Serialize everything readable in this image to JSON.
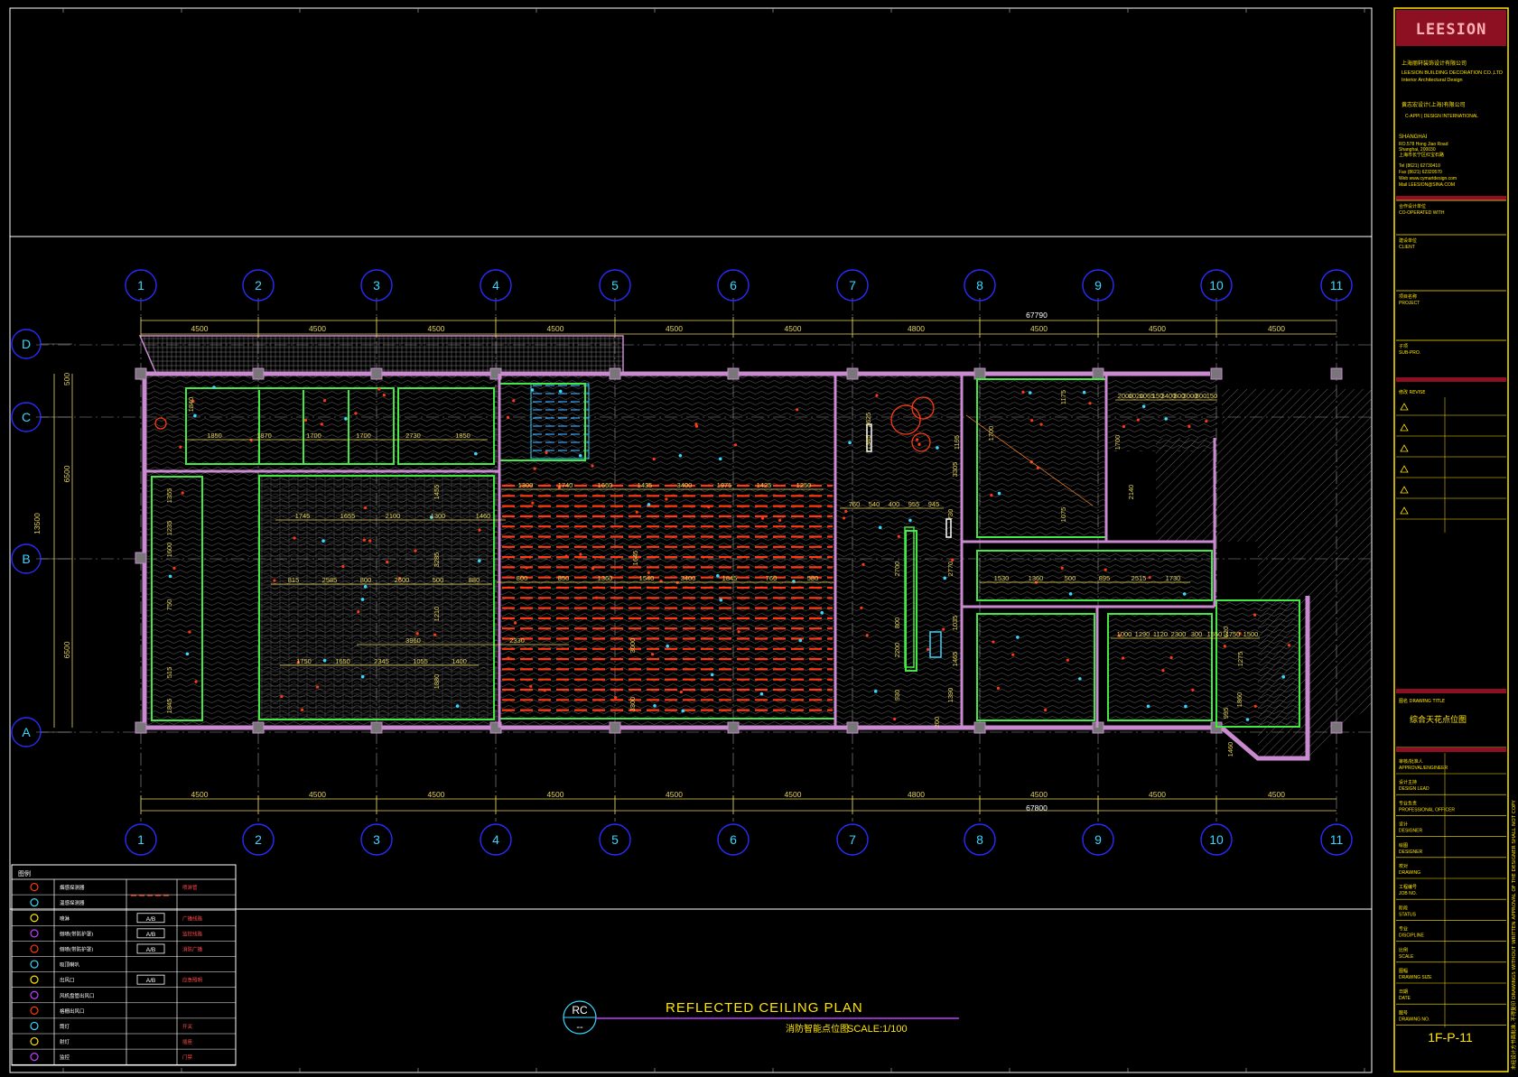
{
  "drawing": {
    "title": "REFLECTED CEILING PLAN",
    "subtitle_cn": "消防智能点位图",
    "scale": "SCALE:1/100",
    "tag_top": "RC",
    "tag_bottom": "--"
  },
  "grid": {
    "columns": [
      "1",
      "2",
      "3",
      "4",
      "5",
      "6",
      "7",
      "8",
      "9",
      "10",
      "11"
    ],
    "rows": [
      "D",
      "C",
      "B",
      "A"
    ],
    "top_total": "67790",
    "bottom_total": "67800",
    "top_spans": [
      "4500",
      "4500",
      "4500",
      "4500",
      "4500",
      "4500",
      "4800",
      "4500",
      "4500",
      "4500"
    ],
    "bottom_spans": [
      "4500",
      "4500",
      "4500",
      "4500",
      "4500",
      "4500",
      "4800",
      "4500",
      "4500",
      "4500"
    ],
    "left_dims": [
      "500",
      "6500",
      "13500",
      "6500"
    ]
  },
  "dimensions": {
    "row_a": [
      "1850",
      "1870",
      "1700",
      "1700",
      "2730",
      "1850"
    ],
    "row_b": [
      "1745",
      "1655",
      "2100",
      "1300",
      "1460"
    ],
    "row_c": [
      "815",
      "2585",
      "800",
      "2600",
      "500",
      "880"
    ],
    "row_d": [
      "3960",
      "2330"
    ],
    "row_e": [
      "1750",
      "1650",
      "2345",
      "1055",
      "1400"
    ],
    "mid_a": [
      "1300",
      "1740",
      "1660",
      "1435",
      "3400",
      "1975",
      "1425",
      "1250"
    ],
    "mid_b": [
      "800",
      "850",
      "1360",
      "1540",
      "3400",
      "1845",
      "760",
      "580"
    ],
    "right_a": [
      "760",
      "540",
      "400",
      "955",
      "945"
    ],
    "right_b": [
      "1530",
      "1360",
      "500",
      "895",
      "2515",
      "1730"
    ],
    "right_c": [
      "2000",
      "1020",
      "1065",
      "150",
      "3400",
      "800",
      "3000",
      "800",
      "150"
    ],
    "right_d": [
      "1000",
      "1290",
      "1120",
      "2300",
      "300",
      "1550",
      "1750",
      "1500"
    ],
    "vertical": [
      "1840",
      "1355",
      "1235",
      "1600",
      "750",
      "515",
      "1845",
      "1455",
      "3285",
      "1210",
      "1880",
      "1645",
      "3000",
      "3300",
      "2625",
      "1345",
      "1195",
      "3305",
      "2700",
      "2770",
      "730",
      "800",
      "2200",
      "1035",
      "1465",
      "930",
      "1390",
      "200",
      "1700",
      "1175",
      "1075",
      "1700",
      "2140",
      "1460",
      "620",
      "1275",
      "1860",
      "995"
    ]
  },
  "legend": {
    "title": "图例",
    "rows": [
      {
        "label": "烟感探测器",
        "label2": "喷淋管"
      },
      {
        "label": "温感探测器",
        "label2": ""
      },
      {
        "label": "喷淋",
        "sym2": "A/B",
        "label2": "广播线路"
      },
      {
        "label": "侧喷(带防护罩)",
        "sym2": "A/B",
        "label2": "监控线路"
      },
      {
        "label": "侧喷(带防护罩)",
        "sym2": "A/B",
        "label2": "消防广播"
      },
      {
        "label": "吸顶喇叭",
        "label2": ""
      },
      {
        "label": "出风口",
        "sym2": "A/B",
        "label2": "应急照明"
      },
      {
        "label": "风机盘管出风口",
        "label2": ""
      },
      {
        "label": "格栅出风口",
        "label2": ""
      },
      {
        "label": "筒灯",
        "label2": "开关"
      },
      {
        "label": "射灯",
        "label2": "插座"
      },
      {
        "label": "监控",
        "label2": "门禁"
      }
    ]
  },
  "title_block": {
    "logo": "LEESION",
    "company_cn": "上海丽轩装饰设计有限公司",
    "company_en": "LEESION BUILDING DECORATION CO.,LTD",
    "company_en2": "Interior Architectural Design",
    "partner_cn": "黄志宏设计(上海)有限公司",
    "partner_en": "C-APPI | DESIGN INTERNATIONAL",
    "office": "SHANGHAI",
    "addr1": "RO.578 Hong Jiao Road",
    "addr2": "Shanghai, 200030",
    "addr3": "上海市长宁区红宝石路",
    "tel": "Tel    (8621) 62730410",
    "fax": "Fax    (8621) 62320570",
    "web": "Web   www.cymartdesign.com",
    "mail": "Mail   LEESION@SINA.COM",
    "fields": [
      {
        "cn": "合作设计单位",
        "en": "CO-OPERATED WITH"
      },
      {
        "cn": "建设单位",
        "en": "CLIENT"
      },
      {
        "cn": "项目名称",
        "en": "PROJECT"
      },
      {
        "cn": "子项",
        "en": "SUB-PRO."
      }
    ],
    "revise": "修改 REVISE",
    "drawing_title_label": "图名 DRAWING TITLE",
    "drawing_title_value": "综合天花点位图",
    "approval_rows": [
      {
        "cn": "审核/批准人",
        "en": "APPROVAL/ENGINEER"
      },
      {
        "cn": "设计主持",
        "en": "DESIGN LEAD"
      },
      {
        "cn": "专业负责",
        "en": "PROFESSIONAL OFFICER"
      },
      {
        "cn": "设计",
        "en": "DESIGNER"
      },
      {
        "cn": "绘图",
        "en": "DESIGNER"
      },
      {
        "cn": "校对",
        "en": "DRAWING"
      },
      {
        "cn": "工程编号",
        "en": "JOB NO."
      },
      {
        "cn": "阶段",
        "en": "STATUS"
      },
      {
        "cn": "专业",
        "en": "DISCIPLINE"
      },
      {
        "cn": "比例",
        "en": "SCALE"
      },
      {
        "cn": "图幅",
        "en": "DRAWING SIZE"
      },
      {
        "cn": "日期",
        "en": "DATE"
      },
      {
        "cn": "图号",
        "en": "DRAWING NO."
      }
    ],
    "drawing_no": "1F-P-11",
    "side_note": "未经设计方书面批准, 不得复印  DRAWINGS WITHOUT WRITTEN APPROVAL OF THE DESIGNER SHALL NOT COPY"
  },
  "colors": {
    "background": "#000000",
    "frame": "#ffffff",
    "grid_bubble": "#2b2bff",
    "wall": "#c98ad0",
    "partition": "#44e844",
    "dimension": "#e6d35a",
    "fixture_red": "#ff3a12",
    "fixture_cyan": "#38d8ff",
    "title_yellow": "#ffe500",
    "title_red": "#8c0f22"
  }
}
